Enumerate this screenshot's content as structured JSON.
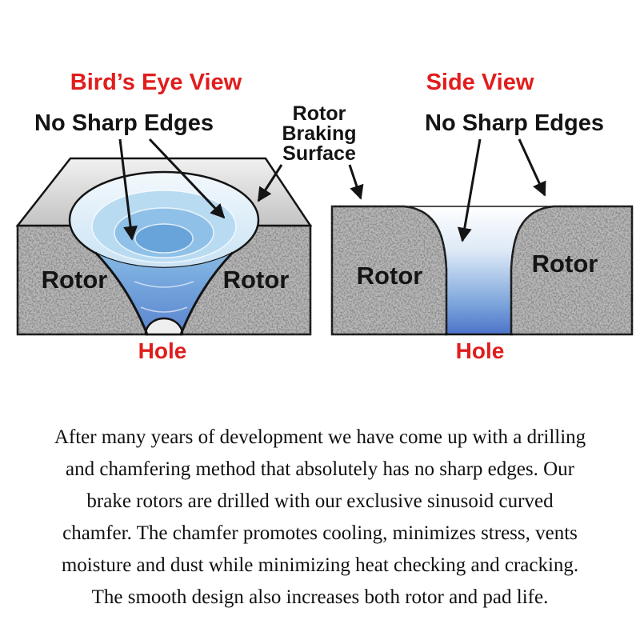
{
  "colors": {
    "accent_red": "#e11d1d",
    "outline_black": "#141414",
    "rotor_gray_face": "#b9b9b9",
    "rotor_gray_top": "#d9d9d9",
    "chamfer_blue_light": "#e0effa",
    "chamfer_blue_deep": "#4c73c9",
    "background": "#ffffff"
  },
  "left_view": {
    "title": "Bird’s Eye View",
    "no_sharp_edges": "No Sharp Edges",
    "rotor_left": "Rotor",
    "rotor_right": "Rotor",
    "hole": "Hole"
  },
  "braking_surface_label": {
    "line1": "Rotor",
    "line2": "Braking",
    "line3": "Surface"
  },
  "right_view": {
    "title": "Side View",
    "no_sharp_edges": "No Sharp Edges",
    "rotor_left": "Rotor",
    "rotor_right": "Rotor",
    "hole": "Hole"
  },
  "paragraph": "After many years of development we have come up with a drilling\nand chamfering method that absolutely has no sharp edges.  Our\nbrake rotors are drilled with our exclusive sinusoid curved\nchamfer. The chamfer promotes cooling, minimizes stress, vents\nmoisture and dust while minimizing heat checking and cracking.\nThe smooth design also increases both rotor and pad life."
}
